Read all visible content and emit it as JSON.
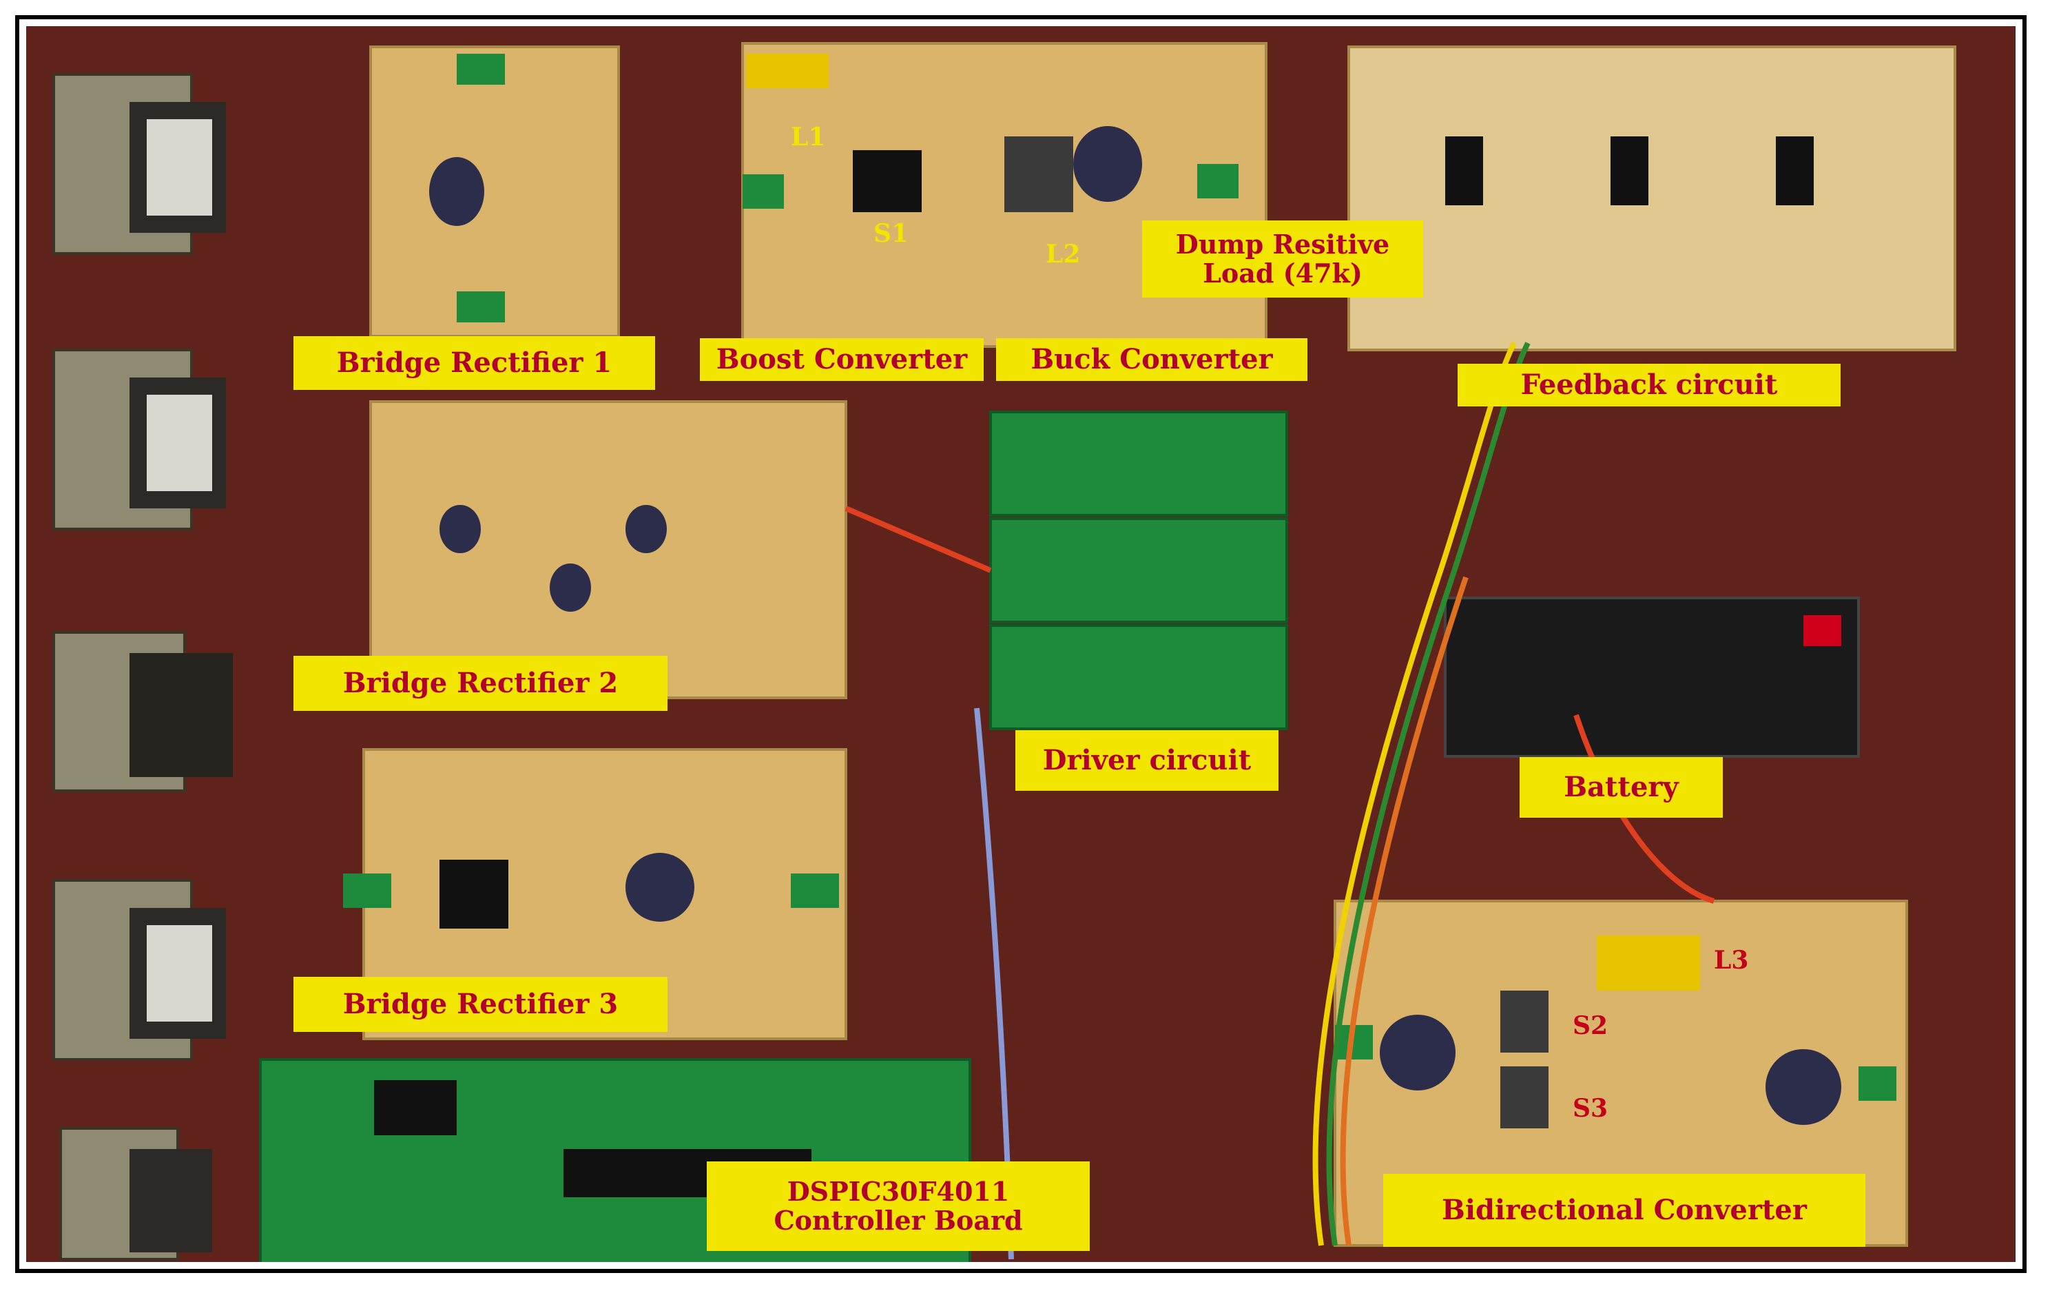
{
  "labels": {
    "bridge_rectifier_1": "Bridge Rectifier 1",
    "bridge_rectifier_2": "Bridge Rectifier 2",
    "bridge_rectifier_3": "Bridge Rectifier 3",
    "boost_converter": "Boost Converter",
    "buck_converter": "Buck Converter",
    "dump_load_line1": "Dump Resitive",
    "dump_load_line2": "Load (47k)",
    "feedback_circuit": "Feedback circuit",
    "driver_circuit": "Driver circuit",
    "battery": "Battery",
    "controller_line1": "DSPIC30F4011",
    "controller_line2": "Controller Board",
    "bidirectional_converter": "Bidirectional Converter"
  },
  "components": {
    "l1": "L1",
    "s1": "S1",
    "l2": "L2",
    "l3": "L3",
    "s2": "S2",
    "s3": "S3"
  },
  "colors": {
    "label_fill": "#f2e600",
    "label_text": "#b3002a",
    "board_background": "#5a1f1a",
    "perfboard": "#d9b46a",
    "pcb_green": "#1e8a3c"
  }
}
